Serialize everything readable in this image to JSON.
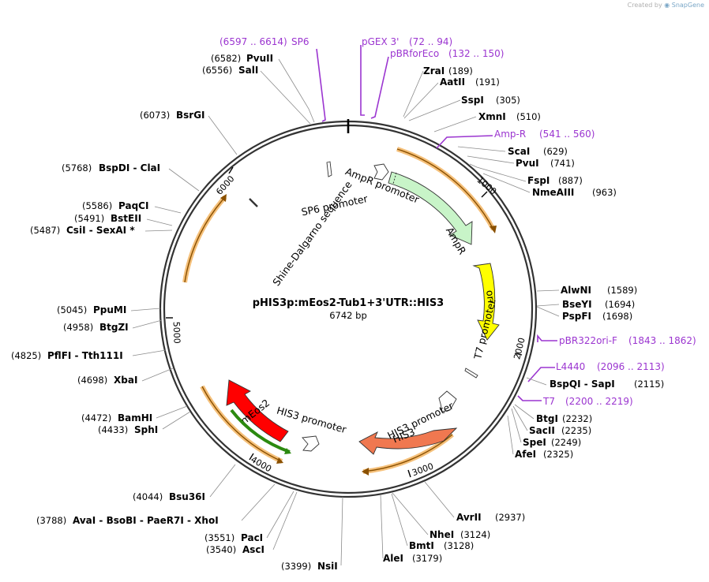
{
  "credit": {
    "prefix": "Created by",
    "brand": "SnapGene"
  },
  "plasmid": {
    "name": "pHIS3p:mEos2-Tub1+3'UTR::HIS3",
    "size": "6742 bp",
    "length": 6742
  },
  "ticks": [
    {
      "label": "1000",
      "pos": 1000
    },
    {
      "label": "2000",
      "pos": 2000
    },
    {
      "label": "3000",
      "pos": 3000
    },
    {
      "label": "4000",
      "pos": 4000
    },
    {
      "label": "5000",
      "pos": 5000
    },
    {
      "label": "6000",
      "pos": 6000
    }
  ],
  "colors": {
    "ampr": "#c8f4c8",
    "ori": "#ffff00",
    "his3": "#f07850",
    "meos2": "#ff0000",
    "primer": "#9b35d0",
    "ring": "#333333",
    "orange_bar": "#f5c07a",
    "green_bar": "#2c8a10"
  },
  "features": [
    {
      "label": "AmpR",
      "color": "#c8f4c8",
      "stroke": "#333"
    },
    {
      "label": "ori",
      "color": "#ffff00",
      "stroke": "#333"
    },
    {
      "label": "HIS3",
      "color": "#f07850",
      "stroke": "#333"
    },
    {
      "label": "mEos2",
      "color": "#ff0000",
      "stroke": "#333"
    },
    {
      "label": "AmpR promoter"
    },
    {
      "label": "HIS3 promoter"
    },
    {
      "label": "HIS3 promoter"
    },
    {
      "label": "T7 promoter"
    },
    {
      "label": "SP6 promoter"
    },
    {
      "label": "Shine-Dalgarno sequence"
    }
  ],
  "primers": [
    {
      "name": "SP6",
      "pos": "(6597 .. 6614)"
    },
    {
      "name": "pGEX 3'",
      "pos": "(72 .. 94)"
    },
    {
      "name": "pBRforEco",
      "pos": "(132 .. 150)"
    },
    {
      "name": "Amp-R",
      "pos": "(541 .. 560)"
    },
    {
      "name": "pBR322ori-F",
      "pos": "(1843 .. 1862)"
    },
    {
      "name": "L4440",
      "pos": "(2096 .. 2113)"
    },
    {
      "name": "T7",
      "pos": "(2200 .. 2219)"
    }
  ],
  "sites": [
    {
      "name": "PvuII",
      "pos": "(6582)"
    },
    {
      "name": "SalI",
      "pos": "(6556)"
    },
    {
      "name": "BsrGI",
      "pos": "(6073)"
    },
    {
      "name": "BspDI - ClaI",
      "pos": "(5768)"
    },
    {
      "name": "PaqCI",
      "pos": "(5586)"
    },
    {
      "name": "BstEII",
      "pos": "(5491)"
    },
    {
      "name": "CsiI - SexAI *",
      "pos": "(5487)"
    },
    {
      "name": "PpuMI",
      "pos": "(5045)"
    },
    {
      "name": "BtgZI",
      "pos": "(4958)"
    },
    {
      "name": "PflFI - Tth111I",
      "pos": "(4825)"
    },
    {
      "name": "XbaI",
      "pos": "(4698)"
    },
    {
      "name": "BamHI",
      "pos": "(4472)"
    },
    {
      "name": "SphI",
      "pos": "(4433)"
    },
    {
      "name": "Bsu36I",
      "pos": "(4044)"
    },
    {
      "name": "AvaI - BsoBI - PaeR7I - XhoI",
      "pos": "(3788)"
    },
    {
      "name": "PacI",
      "pos": "(3551)"
    },
    {
      "name": "AscI",
      "pos": "(3540)"
    },
    {
      "name": "NsiI",
      "pos": "(3399)"
    },
    {
      "name": "ZraI",
      "pos": "(189)"
    },
    {
      "name": "AatII",
      "pos": "(191)"
    },
    {
      "name": "SspI",
      "pos": "(305)"
    },
    {
      "name": "XmnI",
      "pos": "(510)"
    },
    {
      "name": "ScaI",
      "pos": "(629)"
    },
    {
      "name": "PvuI",
      "pos": "(741)"
    },
    {
      "name": "FspI",
      "pos": "(887)"
    },
    {
      "name": "NmeAIII",
      "pos": "(963)"
    },
    {
      "name": "AlwNI",
      "pos": "(1589)"
    },
    {
      "name": "BseYI",
      "pos": "(1694)"
    },
    {
      "name": "PspFI",
      "pos": "(1698)"
    },
    {
      "name": "BspQI - SapI",
      "pos": "(2115)"
    },
    {
      "name": "BtgI",
      "pos": "(2232)"
    },
    {
      "name": "SacII",
      "pos": "(2235)"
    },
    {
      "name": "SpeI",
      "pos": "(2249)"
    },
    {
      "name": "AfeI",
      "pos": "(2325)"
    },
    {
      "name": "AvrII",
      "pos": "(2937)"
    },
    {
      "name": "NheI",
      "pos": "(3124)"
    },
    {
      "name": "BmtI",
      "pos": "(3128)"
    },
    {
      "name": "AleI",
      "pos": "(3179)"
    }
  ]
}
